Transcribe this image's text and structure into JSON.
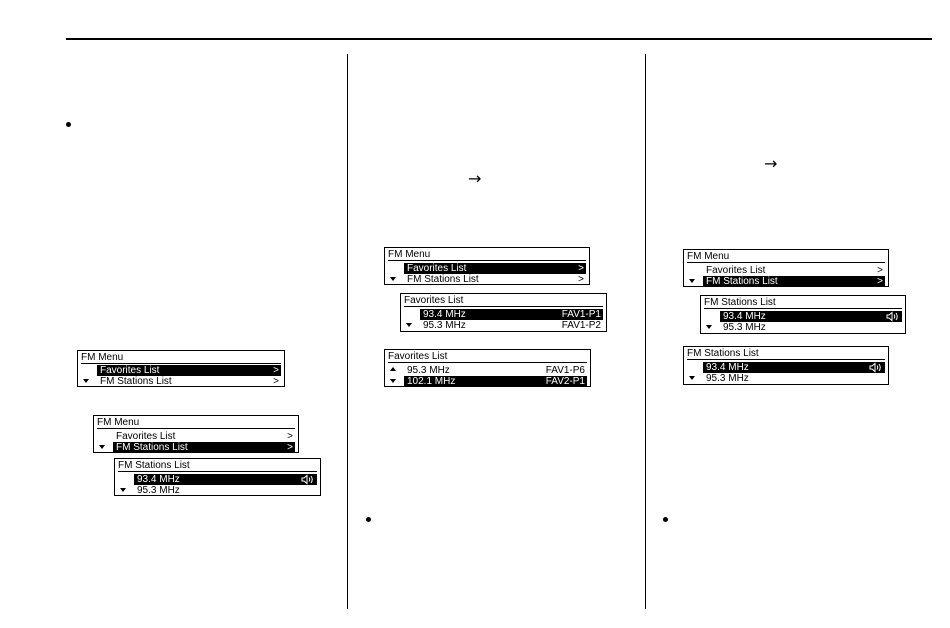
{
  "screens": {
    "fm_menu_favorites": {
      "title": "FM Menu",
      "row1": "Favorites List",
      "row1_right": ">",
      "row2": "FM Stations List",
      "row2_right": ">"
    },
    "fm_menu_stations": {
      "title": "FM Menu",
      "row1": "Favorites List",
      "row1_right": ">",
      "row2": "FM Stations List",
      "row2_right": ">"
    },
    "fm_stations_list": {
      "title": "FM Stations List",
      "row1": "93.4 MHz",
      "row2": "95.3 MHz"
    },
    "fm_menu_favorites_c2": {
      "title": "FM Menu",
      "row1": "Favorites List",
      "row1_right": ">",
      "row2": "FM Stations List",
      "row2_right": ">"
    },
    "favorites_list_a": {
      "title": "Favorites List",
      "row1": "93.4 MHz",
      "row1_right": "FAV1-P1",
      "row2": "95.3 MHz",
      "row2_right": "FAV1-P2"
    },
    "favorites_list_b": {
      "title": "Favorites List",
      "row1": "95.3 MHz",
      "row1_right": "FAV1-P6",
      "row2": "102.1 MHz",
      "row2_right": "FAV2-P1"
    },
    "fm_menu_stations_c3": {
      "title": "FM Menu",
      "row1": "Favorites List",
      "row1_right": ">",
      "row2": "FM Stations List",
      "row2_right": ">"
    },
    "fm_stations_list_c3a": {
      "title": "FM Stations List",
      "row1": "93.4 MHz",
      "row2": "95.3 MHz"
    },
    "fm_stations_list_c3b": {
      "title": "FM Stations List",
      "row1": "93.4 MHz",
      "row2": "95.3 MHz"
    }
  },
  "arrows": {
    "col2": "→",
    "col3": "→"
  },
  "icons": {
    "scroll_down": "triangle-down",
    "scroll_up": "triangle-up",
    "speaker": "speaker-icon"
  }
}
